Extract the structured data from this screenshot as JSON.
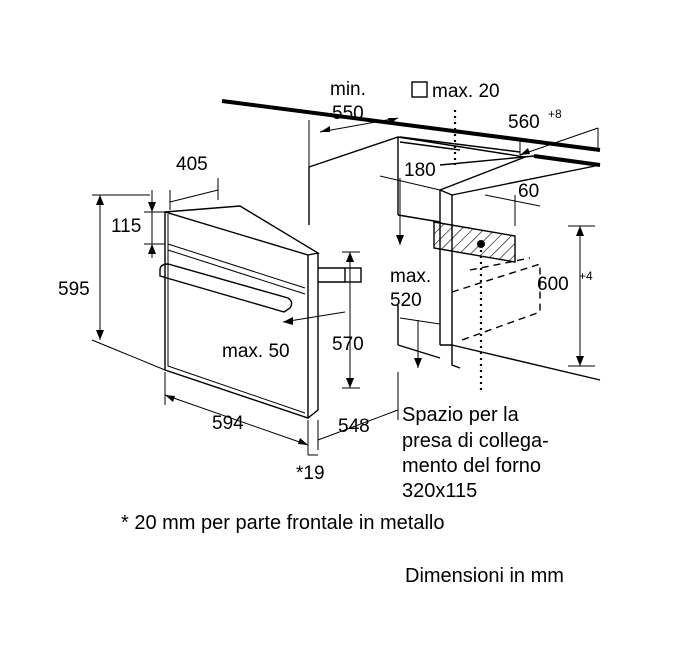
{
  "labels": {
    "min": "min.",
    "d550": "550",
    "max20": "max. 20",
    "d560": "560",
    "d560_sup": "+8",
    "d405": "405",
    "d180": "180",
    "d60": "60",
    "d115": "115",
    "d595": "595",
    "max": "max.",
    "d520": "520",
    "d600": "600",
    "d600_sup": "+4",
    "max50": "max. 50",
    "d570": "570",
    "d594": "594",
    "d548": "548",
    "star19": "*19"
  },
  "socket_note": {
    "lines": [
      "Spazio per la",
      "presa di collega-",
      "mento del forno",
      "320x115"
    ]
  },
  "footnote": "* 20 mm per parte frontale in metallo",
  "units_note": "Dimensioni in mm"
}
